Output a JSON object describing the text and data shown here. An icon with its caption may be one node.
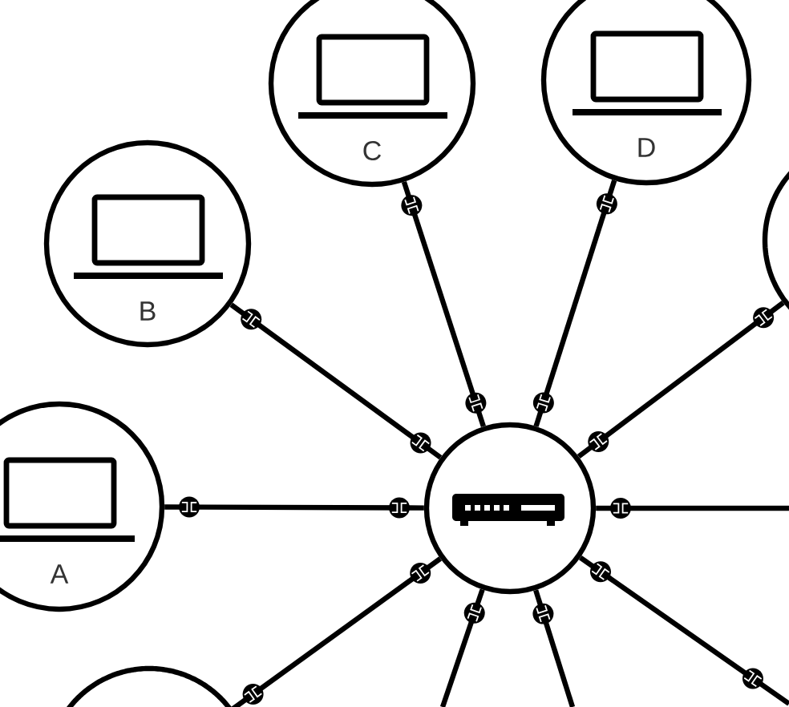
{
  "diagram": {
    "nodes": [
      {
        "text": [
          "C"
        ]
      },
      {
        "text": [
          "D"
        ]
      },
      {
        "text": [
          "B"
        ]
      },
      {
        "text": [],
        "shape": "circle"
      },
      {
        "text": [
          "A"
        ]
      },
      {
        "text": [],
        "shape": "circle"
      },
      {
        "text": [],
        "shape": "circle"
      }
    ],
    "edges": [
      {
        "from": 0,
        "to": 5,
        "arrow": "none"
      },
      {
        "from": 1,
        "to": 5,
        "arrow": "none"
      },
      {
        "from": 2,
        "to": 5,
        "arrow": "none"
      },
      {
        "from": 3,
        "to": 5,
        "arrow": "none"
      },
      {
        "from": 4,
        "to": 5,
        "arrow": "none"
      },
      {
        "from": null,
        "to": 5,
        "arrow": "none"
      },
      {
        "from": 6,
        "to": 5,
        "arrow": "none"
      },
      {
        "from": null,
        "to": 5,
        "arrow": "none"
      },
      {
        "from": null,
        "to": 5,
        "arrow": "none"
      },
      {
        "from": null,
        "to": 5,
        "arrow": "none"
      }
    ]
  }
}
